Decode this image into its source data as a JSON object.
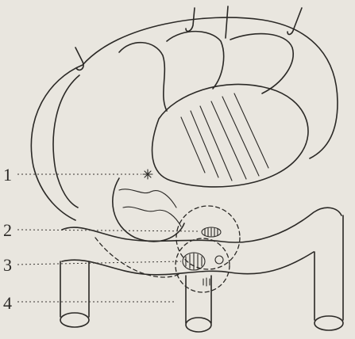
{
  "figure": {
    "callouts": [
      {
        "id": "1",
        "label": "1"
      },
      {
        "id": "2",
        "label": "2"
      },
      {
        "id": "3",
        "label": "3"
      },
      {
        "id": "4",
        "label": "4"
      }
    ]
  }
}
